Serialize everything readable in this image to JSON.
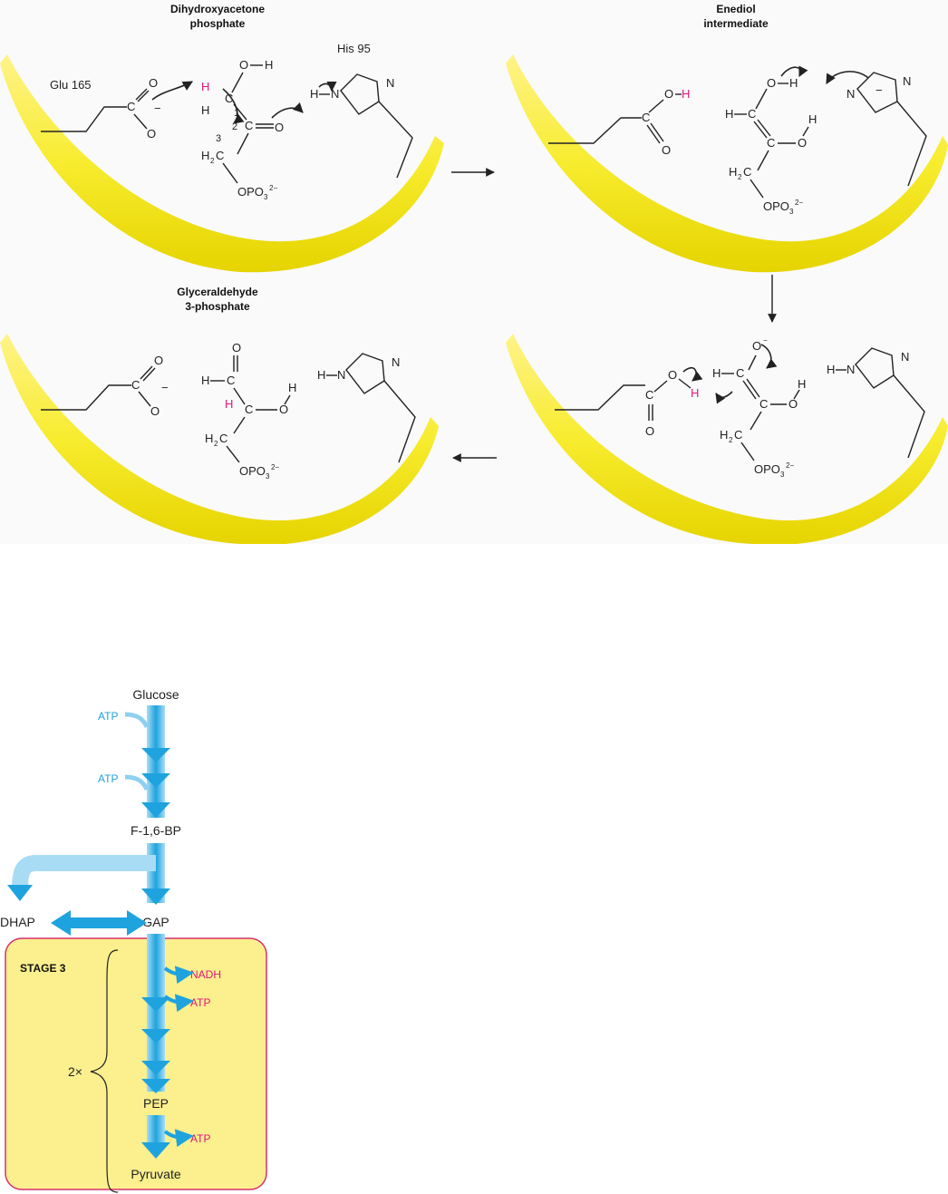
{
  "mechanism": {
    "panel1": {
      "title_line1": "Dihydroxyacetone",
      "title_line2": "phosphate",
      "glu_label": "Glu 165",
      "his_label": "His 95",
      "carbon_1": "1",
      "carbon_2": "2",
      "carbon_3": "3",
      "phosphate": "OPO",
      "phosphate_sub": "3",
      "phosphate_charge": "2−",
      "charge_minus": "−",
      "h_transfer": "H"
    },
    "panel2": {
      "title_line1": "Enediol",
      "title_line2": "intermediate",
      "phosphate": "OPO",
      "phosphate_sub": "3",
      "phosphate_charge": "2−",
      "charge_minus": "−",
      "h_transfer": "H"
    },
    "panel3": {
      "phosphate": "OPO",
      "phosphate_sub": "3",
      "phosphate_charge": "2−",
      "h_transfer": "H"
    },
    "panel4": {
      "title_line1": "Glyceraldehyde",
      "title_line2": "3-phosphate",
      "phosphate": "OPO",
      "phosphate_sub": "3",
      "phosphate_charge": "2−",
      "charge_minus": "−",
      "h_transfer": "H"
    }
  },
  "pathway": {
    "glucose": "Glucose",
    "atp_in_1": "ATP",
    "atp_in_2": "ATP",
    "f16bp": "F-1,6-BP",
    "dhap": "DHAP",
    "gap": "GAP",
    "stage_label": "STAGE 3",
    "multiplier": "2×",
    "nadh_out": "NADH",
    "atp_out_1": "ATP",
    "pep": "PEP",
    "atp_out_2": "ATP",
    "pyruvate": "Pyruvate"
  },
  "colors": {
    "enzyme_yellow": "#f7ec2e",
    "pathway_cyan": "#1ea3de",
    "stage_box_fill": "#fbef8e",
    "stage_box_border": "#d6306e",
    "highlight_h": "#e0177a"
  }
}
